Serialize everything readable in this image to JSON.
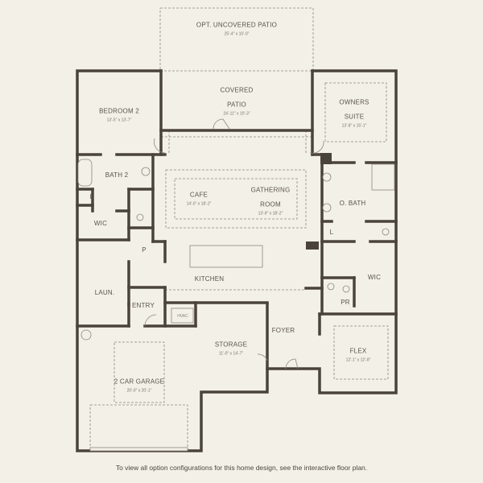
{
  "rooms": {
    "opt_uncovered_patio": {
      "name": "OPT. UNCOVERED PATIO",
      "dim": "25'-4\" x 10'-0\""
    },
    "covered_patio": {
      "name": "COVERED PATIO",
      "dim": "24'-11\" x 10'-3\""
    },
    "bedroom2": {
      "name": "BEDROOM 2",
      "dim": "13'-5\" x 13'-7\""
    },
    "owners_suite": {
      "name": "OWNERS SUITE",
      "dim": "13'-8\" x 15'-1\""
    },
    "bath2": {
      "name": "BATH 2"
    },
    "cafe": {
      "name": "CAFE",
      "dim": "14'-0\" x 18'-2\""
    },
    "gathering_room": {
      "name": "GATHERING ROOM",
      "dim": "13'-9\" x 18'-2\""
    },
    "o_bath": {
      "name": "O. BATH"
    },
    "wic_left": {
      "name": "WIC"
    },
    "wic_right": {
      "name": "WIC"
    },
    "linen_left": {
      "name": "L"
    },
    "linen_right": {
      "name": "L"
    },
    "pantry": {
      "name": "P"
    },
    "laundry": {
      "name": "LAUN."
    },
    "kitchen": {
      "name": "KITCHEN"
    },
    "entry": {
      "name": "ENTRY"
    },
    "hvac": {
      "name": "HVAC"
    },
    "powder_room": {
      "name": "PR"
    },
    "storage": {
      "name": "STORAGE",
      "dim": "11'-0\" x 14'-7\""
    },
    "foyer": {
      "name": "FOYER"
    },
    "flex": {
      "name": "FLEX",
      "dim": "12'-1\" x 12'-8\""
    },
    "garage": {
      "name": "2 CAR GARAGE",
      "dim": "20'-0\" x 20'-1\""
    }
  },
  "footer": {
    "text": "To view all option configurations for this home design, see the interactive floor plan."
  },
  "colors": {
    "background": "#f3f0e7",
    "wall": "#4a433c",
    "text": "#5a534b"
  }
}
